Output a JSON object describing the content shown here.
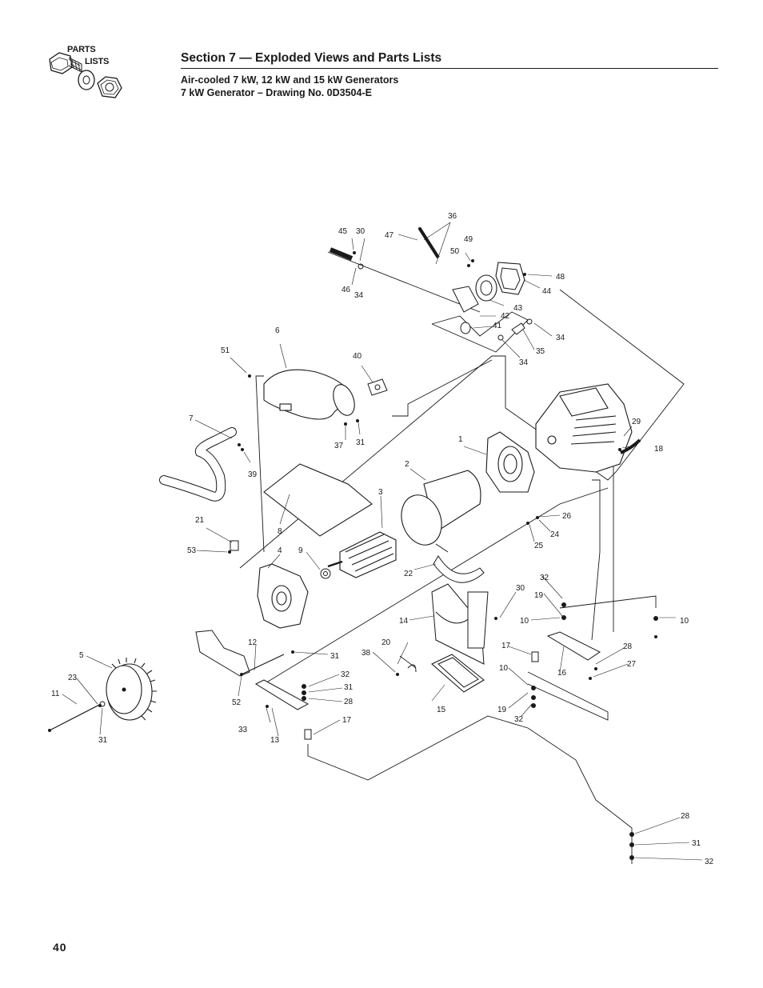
{
  "header": {
    "logo_line1": "PARTS",
    "logo_line2": "LISTS",
    "section_title": "Section 7 — Exploded Views and Parts Lists",
    "subtitle_line1": "Air-cooled 7 kW, 12 kW and 15 kW Generators",
    "subtitle_line2": "7 kW Generator – Drawing No. 0D3504-E"
  },
  "page_number": "40",
  "callouts": [
    "1",
    "2",
    "3",
    "4",
    "5",
    "6",
    "7",
    "8",
    "9",
    "10",
    "10",
    "10",
    "10",
    "11",
    "12",
    "13",
    "14",
    "15",
    "16",
    "17",
    "17",
    "18",
    "19",
    "19",
    "20",
    "21",
    "22",
    "23",
    "24",
    "25",
    "26",
    "27",
    "28",
    "28",
    "28",
    "29",
    "30",
    "30",
    "30",
    "31",
    "31",
    "31",
    "31",
    "31",
    "31",
    "32",
    "32",
    "32",
    "32",
    "33",
    "34",
    "34",
    "34",
    "35",
    "36",
    "37",
    "38",
    "39",
    "40",
    "41",
    "42",
    "43",
    "44",
    "45",
    "46",
    "47",
    "48",
    "49",
    "50",
    "51",
    "52",
    "53"
  ]
}
